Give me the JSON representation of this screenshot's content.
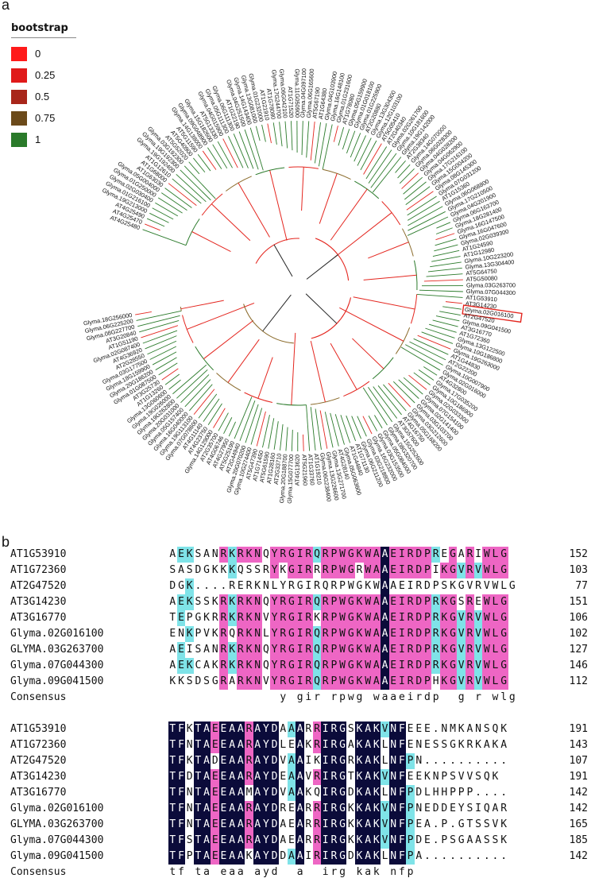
{
  "panel_a_label": "a",
  "panel_b_label": "b",
  "legend": {
    "title": "bootstrap",
    "items": [
      {
        "label": "0",
        "color": "#ff1a1a"
      },
      {
        "label": "0.25",
        "color": "#e01a1a"
      },
      {
        "label": "0.5",
        "color": "#a8261a"
      },
      {
        "label": "0.75",
        "color": "#6b4a1a"
      },
      {
        "label": "1",
        "color": "#2a7a2a"
      }
    ]
  },
  "tree": {
    "highlighted_leaf": "Glyma.02G016100",
    "highlight_color": "#e3261f",
    "leaves": [
      "AT4G25480",
      "AT4G25470",
      "AT4G25490",
      "Glyma.19G213000",
      "Glyma.01G216100",
      "Glyma.02G030400",
      "Glyma.01G250000",
      "Glyma.05G004000",
      "AT1G63030",
      "AT1G68000",
      "AT1G12610",
      "Glyma.19G192400",
      "Glyma.19G192300",
      "Glyma.03G192300",
      "AT5G52020",
      "AT5G40900",
      "AT5G11590",
      "Glyma.14G138000",
      "Glyma.09G048900",
      "Glyma.15G182600",
      "AT5G13330",
      "Glyma.04G015900",
      "Glyma.05G111300",
      "Glyma.06G111300",
      "AT1G22190",
      "Glyma.04G251500",
      "Glyma.14G143400",
      "Glyma.13G081000",
      "Glyma.01G232000",
      "AT1G21910",
      "AT1G78080",
      "Glyma.17G244700",
      "Glyma.06G042100",
      "AT1G71520",
      "Glyma.11G050900",
      "Glyma.04G097100",
      "Glyma.06G165600",
      "AT5G67190",
      "AT1G64380",
      "Glyma.04G103900",
      "Glyma.16G148100",
      "Glyma.01G231600",
      "AT1G78080b",
      "Glyma.05G159900",
      "Glyma.01G018100",
      "Glyma.01G225900",
      "AT2G20880",
      "Glyma.13G304300",
      "Glyma.12G103100",
      "AT5G05410",
      "AT2G40340",
      "Glyma.02G261700",
      "Glyma.10G181600",
      "Glyma.19G142000",
      "AT2G38340",
      "Glyma.14G070000",
      "Glyma.06G028300",
      "Glyma.04G028200",
      "Glyma.04G062900",
      "Glyma.17G216100",
      "Glyma.15G004200",
      "Glyma.08G145300",
      "Glyma.07G031200",
      "AT1G15360",
      "Glyma.06G068800",
      "Glyma.17G210500",
      "Glyma.04G201900",
      "Glyma.06G163700",
      "Glyma.18G281400",
      "Glyma.16G147500",
      "Glyma.16G047600",
      "Glyma.02G039300",
      "AT1G24590",
      "AT1G12980",
      "Glyma.10G223200",
      "Glyma.13G304400",
      "AT5G64750",
      "AT5G50080",
      "Glyma.03G263700",
      "Glyma.07G044300",
      "AT1G53910",
      "AT3G14230",
      "Glyma.02G016100",
      "AT2G47520",
      "Glyma.09G041500",
      "AT3G16770",
      "AT1G72360",
      "Glyma.13G122500",
      "Glyma.10G186800",
      "Glyma.19G263000",
      "AT1G44830",
      "AT2G22200",
      "Glyma.10G007900",
      "Glyma.02G016000",
      "AT4G32800",
      "Glyma.17G035200",
      "Glyma.10G186900",
      "Glyma.02G033300",
      "Glyma.07G154100",
      "Glyma.02G141400",
      "Glyma.03G103700",
      "Glyma.03G212600",
      "Glyma.05G168200",
      "AT4G16750",
      "AT3G57600",
      "Glyma.15G252600",
      "Glyma.08G320700",
      "Glyma.05G084000",
      "Glyma.03G153500",
      "Glyma.16G232000",
      "Glyma.03G218800",
      "Glyma.06G211200",
      "AT1G71130",
      "AT1G44840",
      "Glyma.05G063600",
      "AT4G28140",
      "Glyma.13G271700",
      "Glyma.13G226600",
      "Glyma.06G238400",
      "AT1G19210",
      "AT1G33760",
      "AT5G21960",
      "AT4G13620",
      "Glyma.15G077700",
      "Glyma.20G188700",
      "AT2G33710",
      "AT1G28160",
      "AT5G61590",
      "AT1G71450",
      "AT5G47390",
      "Glyma.10G274400",
      "Glyma.20G070200",
      "AT2G44940",
      "AT5G25190",
      "AT4G27950",
      "AT4G06746",
      "AT2G35700",
      "Glyma.14G129000",
      "AT4G23750",
      "AT4G11140",
      "Glyma.07G078600",
      "Glyma.19G113100",
      "Glyma.16G040000",
      "Glyma.05G157400",
      "Glyma.20G031000",
      "Glyma.19G262800",
      "Glyma.19G026000",
      "Glyma.13G060600",
      "AT1G13260",
      "AT3G25730",
      "Glyma.01G087500",
      "Glyma.20G186200",
      "Glyma.18G159900",
      "Glyma.03G177500",
      "AT2G28550",
      "AT4G36920",
      "Glyma.02G087400",
      "AT1G51190",
      "AT3G20840",
      "Glyma.08G227700",
      "Glyma.06G225200",
      "Glyma.18G256000"
    ]
  },
  "alignment": {
    "block1": {
      "rows": [
        {
          "name": "AT1G53910",
          "seq": "AEKSANRKRKNQYRGIRQRPWGKWAAEIRDPREGARIWLG",
          "end": "152"
        },
        {
          "name": "AT1G72360",
          "seq": "SASDGKKKQSSRYKGIRRRPWGRWAAEIRDPIKGVRVWLG",
          "end": "103"
        },
        {
          "name": "AT2G47520",
          "seq": "DGK....RERKNLYRGIRQRPWGKWAAEIRDPSKGVRVWLG",
          "end": "77"
        },
        {
          "name": "AT3G14230",
          "seq": "AEKSSKRKRKNQYRGIRQRPWGKWAAEIRDPRKGSREWLG",
          "end": "151"
        },
        {
          "name": "AT3G16770",
          "seq": "TEPGKRRKRKNVYRGIRKRPWGKWAAEIRDPRKGVRVWLG",
          "end": "106"
        },
        {
          "name": "Glyma.02G016100",
          "seq": "ENKPVKRQRKNLYRGIRQRPWGKWAAEIRDPRKGVRVWLG",
          "end": "102"
        },
        {
          "name": "GLYMA.03G263700",
          "seq": "AEISANRKRKNQYRGIRQRPWGKWAAEIRDPRKGVRVWLG",
          "end": "127"
        },
        {
          "name": "Glyma.07G044300",
          "seq": "AEKCAKRKRKNQYRGIRQRPWGKWAAEIRDPRKGVRVWLG",
          "end": "146"
        },
        {
          "name": "Glyma.09G041500",
          "seq": "KKSDSGRARKNVYRGIRQRPWGKWAAEIRDPHKGVRVWLG",
          "end": "112"
        }
      ],
      "consensus_label": "Consensus",
      "consensus": "             y gir rpwg waaeirdp  g r wlg"
    },
    "block2": {
      "rows": [
        {
          "name": "AT1G53910",
          "seq": "TFKTAEEAARAYDAAARRIRGSKAKVNFEEE.NMKANSQK",
          "end": "191"
        },
        {
          "name": "AT1G72360",
          "seq": "TFNTAEEAARAYDLEAKRIRGAKAKLNFENESSGKRKAKA",
          "end": "143"
        },
        {
          "name": "AT2G47520",
          "seq": "TFKTADEAARAYDVAAIKIRGRKAKLNFPN..........",
          "end": "107"
        },
        {
          "name": "AT3G14230",
          "seq": "TFDTAEEAARAYDEAAVRIRGTKAKVNFEEKNPSVVSQK",
          "end": "191"
        },
        {
          "name": "AT3G16770",
          "seq": "TFNTAEEAAMAYDVAAKQIRGDKAKLNFPDLHHPPP....",
          "end": "142"
        },
        {
          "name": "Glyma.02G016100",
          "seq": "TFNTAEEAARAYDREARRIRGKKAKVNFPNEDDEYSIQAR",
          "end": "142"
        },
        {
          "name": "GLYMA.03G263700",
          "seq": "TFNTAEEAARAYDAEARRIRGKKAKVNFPEA.P.GTSSVK",
          "end": "165"
        },
        {
          "name": "Glyma.07G044300",
          "seq": "TFSTAEEAARAYDAEARRIRGKKAKVNFPDE.PSGAASSK",
          "end": "185"
        },
        {
          "name": "Glyma.09G041500",
          "seq": "TFPTAEEAAKAYDDAAIRIRGDKAKLNFPA..........",
          "end": "142"
        }
      ],
      "consensus_label": "Consensus",
      "consensus": "tf ta eaa ayd  a  irg kak nfp          "
    }
  },
  "colors": {
    "conserved": "#0b0b3a",
    "high": "#ee66c4",
    "mid": "#7fe3e8"
  }
}
